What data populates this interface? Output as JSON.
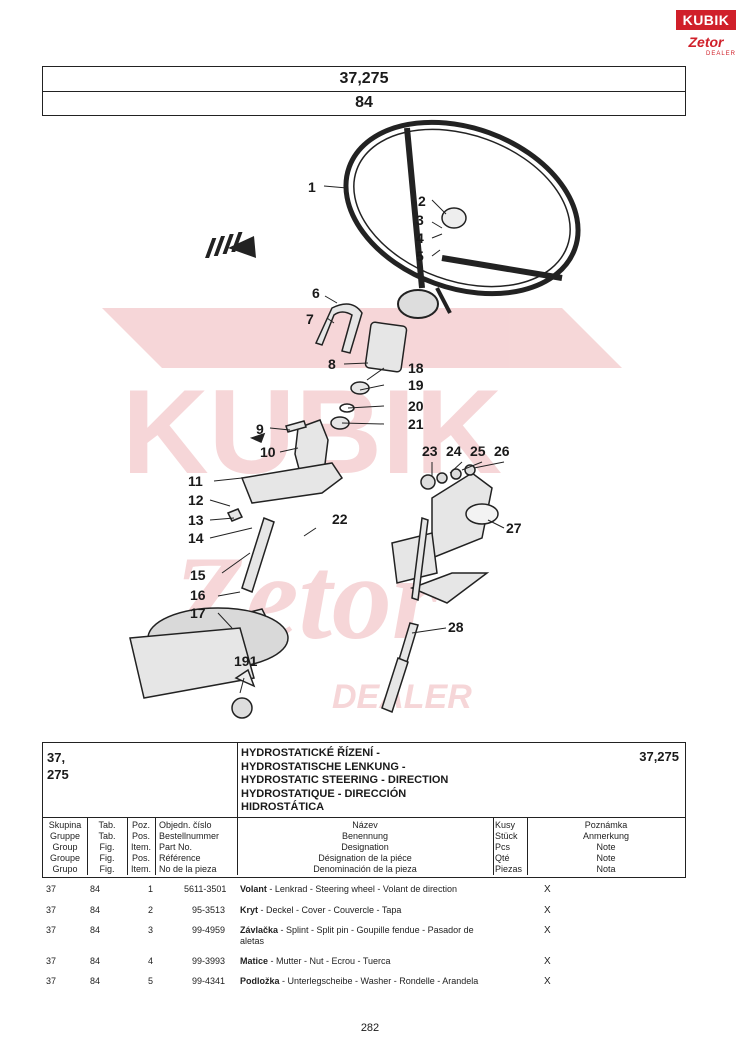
{
  "logo": {
    "brand": "KUBIK",
    "brand2": "Zetor",
    "dealer": "DEALER"
  },
  "header": {
    "code": "37,275",
    "table": "84"
  },
  "watermark": {
    "text1": "KUBIK",
    "text2": "Zetor",
    "text3": "DEALER"
  },
  "callouts": [
    "1",
    "2",
    "3",
    "4",
    "5",
    "6",
    "7",
    "8",
    "18",
    "19",
    "20",
    "21",
    "9",
    "10",
    "11",
    "12",
    "13",
    "14",
    "15",
    "16",
    "17",
    "191",
    "22",
    "23",
    "24",
    "25",
    "26",
    "27",
    "28"
  ],
  "group": {
    "label_line1": "37,",
    "label_line2": "275",
    "code": "37,275",
    "titles": [
      "HYDROSTATICKÉ ŘÍZENÍ -",
      "HYDROSTATISCHE LENKUNG -",
      "HYDROSTATIC STEERING - DIRECTION",
      "HYDROSTATIQUE - DIRECCIÓN",
      "HIDROSTÁTICA"
    ]
  },
  "columns": {
    "group": [
      "Skupina",
      "Gruppe",
      "Group",
      "Groupe",
      "Grupo"
    ],
    "tab": [
      "Tab.",
      "Tab.",
      "Fig.",
      "Fig.",
      "Fig."
    ],
    "pos": [
      "Poz.",
      "Pos.",
      "Item.",
      "Pos.",
      "Item."
    ],
    "partno": [
      "Objedn. číslo",
      "Bestellnummer",
      "Part No.",
      "Référence",
      "No de la pieza"
    ],
    "name": [
      "Název",
      "Benennung",
      "Designation",
      "Désignation de la piéce",
      "Denominación de la pieza"
    ],
    "qty": [
      "Kusy",
      "Stück",
      "Pcs",
      "Qté",
      "Piezas"
    ],
    "note": [
      "Poznámka",
      "Anmerkung",
      "Note",
      "Note",
      "Nota"
    ]
  },
  "parts": [
    {
      "group": "37",
      "tab": "84",
      "pos": "1",
      "partno": "5611-3501",
      "name": "Volant",
      "rest": " - Lenkrad - Steering wheel - Volant de direction",
      "qty": "X"
    },
    {
      "group": "37",
      "tab": "84",
      "pos": "2",
      "partno": "95-3513",
      "name": "Kryt",
      "rest": " - Deckel - Cover - Couvercle - Tapa",
      "qty": "X"
    },
    {
      "group": "37",
      "tab": "84",
      "pos": "3",
      "partno": "99-4959",
      "name": "Závlačka",
      "rest": " - Splint - Split pin - Goupille fendue - Pasador de aletas",
      "qty": "X"
    },
    {
      "group": "37",
      "tab": "84",
      "pos": "4",
      "partno": "99-3993",
      "name": "Matice",
      "rest": " - Mutter - Nut - Ecrou - Tuerca",
      "qty": "X"
    },
    {
      "group": "37",
      "tab": "84",
      "pos": "5",
      "partno": "99-4341",
      "name": "Podložka",
      "rest": " - Unterlegscheibe - Washer - Rondelle - Arandela",
      "qty": "X"
    }
  ],
  "page": "282",
  "colors": {
    "brand": "#d0202a",
    "watermark": "#f3c9cb",
    "line": "#222222"
  }
}
